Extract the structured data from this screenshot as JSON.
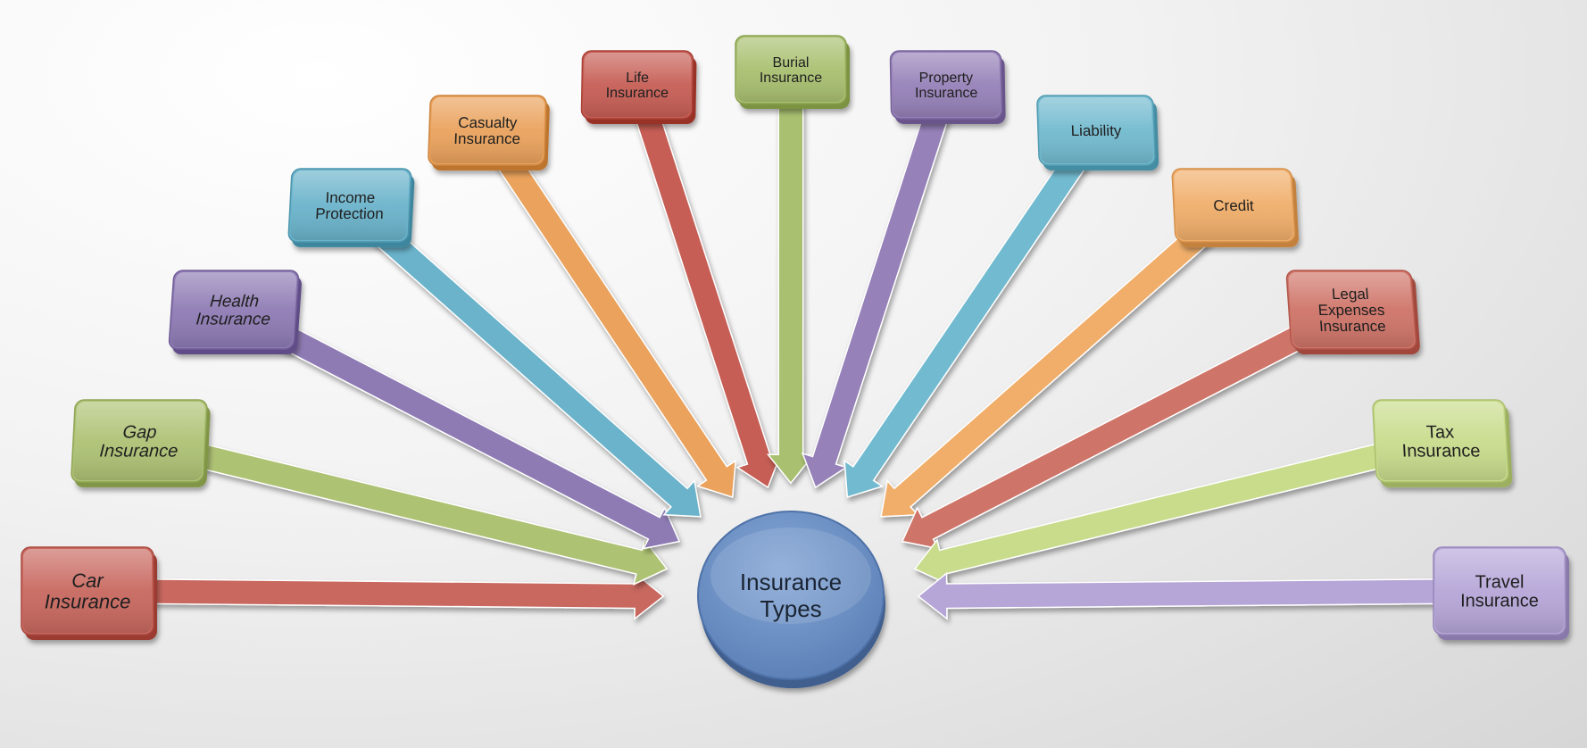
{
  "hub": {
    "lines": [
      "Insurance",
      "Types"
    ],
    "color": "#6e93c6"
  },
  "categories": [
    {
      "id": "car",
      "lines": [
        "Car",
        "Insurance"
      ],
      "color": "#c8685f",
      "italic": true
    },
    {
      "id": "gap",
      "lines": [
        "Gap",
        "Insurance"
      ],
      "color": "#aec274",
      "italic": true
    },
    {
      "id": "health",
      "lines": [
        "Health",
        "Insurance"
      ],
      "color": "#8e7bb4",
      "italic": true
    },
    {
      "id": "income",
      "lines": [
        "Income",
        "Protection"
      ],
      "color": "#6ab3cb",
      "italic": false
    },
    {
      "id": "casualty",
      "lines": [
        "Casualty",
        "Insurance"
      ],
      "color": "#eaa25c",
      "italic": false
    },
    {
      "id": "life",
      "lines": [
        "Life",
        "Insurance"
      ],
      "color": "#c65e55",
      "italic": false
    },
    {
      "id": "burial",
      "lines": [
        "Burial",
        "Insurance"
      ],
      "color": "#a9c070",
      "italic": false
    },
    {
      "id": "property",
      "lines": [
        "Property",
        "Insurance"
      ],
      "color": "#9681b8",
      "italic": false
    },
    {
      "id": "liability",
      "lines": [
        "Liability"
      ],
      "color": "#72bacf",
      "italic": false
    },
    {
      "id": "credit",
      "lines": [
        "Credit"
      ],
      "color": "#f0ae6a",
      "italic": false
    },
    {
      "id": "legal",
      "lines": [
        "Legal",
        "Expenses",
        "Insurance"
      ],
      "color": "#cf7468",
      "italic": false
    },
    {
      "id": "tax",
      "lines": [
        "Tax",
        "Insurance"
      ],
      "color": "#c8dc8c",
      "italic": false
    },
    {
      "id": "travel",
      "lines": [
        "Travel",
        "Insurance"
      ],
      "color": "#b6a6d8",
      "italic": false
    }
  ]
}
